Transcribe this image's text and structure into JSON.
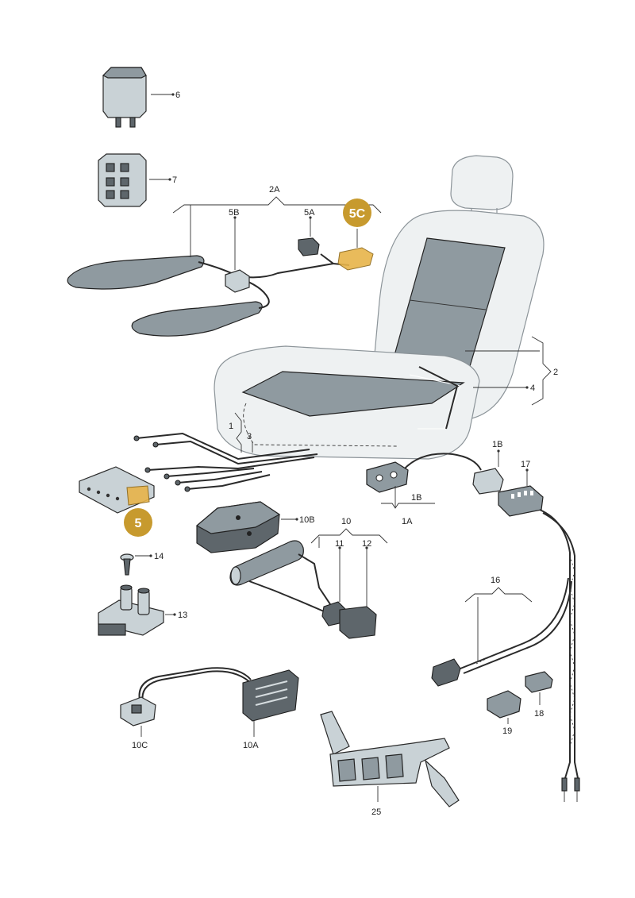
{
  "labels": {
    "p6": "6",
    "p7": "7",
    "p2A": "2A",
    "p5B": "5B",
    "p5A": "5A",
    "p2": "2",
    "p4": "4",
    "p1": "1",
    "p3": "3",
    "p1B_top": "1B",
    "p17": "17",
    "p1B_bottom": "1B",
    "p1A": "1A",
    "p10B": "10B",
    "p10": "10",
    "p11": "11",
    "p12": "12",
    "p14": "14",
    "p13": "13",
    "p16": "16",
    "p19": "19",
    "p18": "18",
    "p10C": "10C",
    "p10A": "10A",
    "p25": "25"
  },
  "badges": {
    "b5C": "5C",
    "b5": "5"
  },
  "colors": {
    "badge": "#c79a2e",
    "highlight": "#e7b44a",
    "part_fill": "#c9d2d6",
    "seat_fill": "#eef1f2"
  }
}
